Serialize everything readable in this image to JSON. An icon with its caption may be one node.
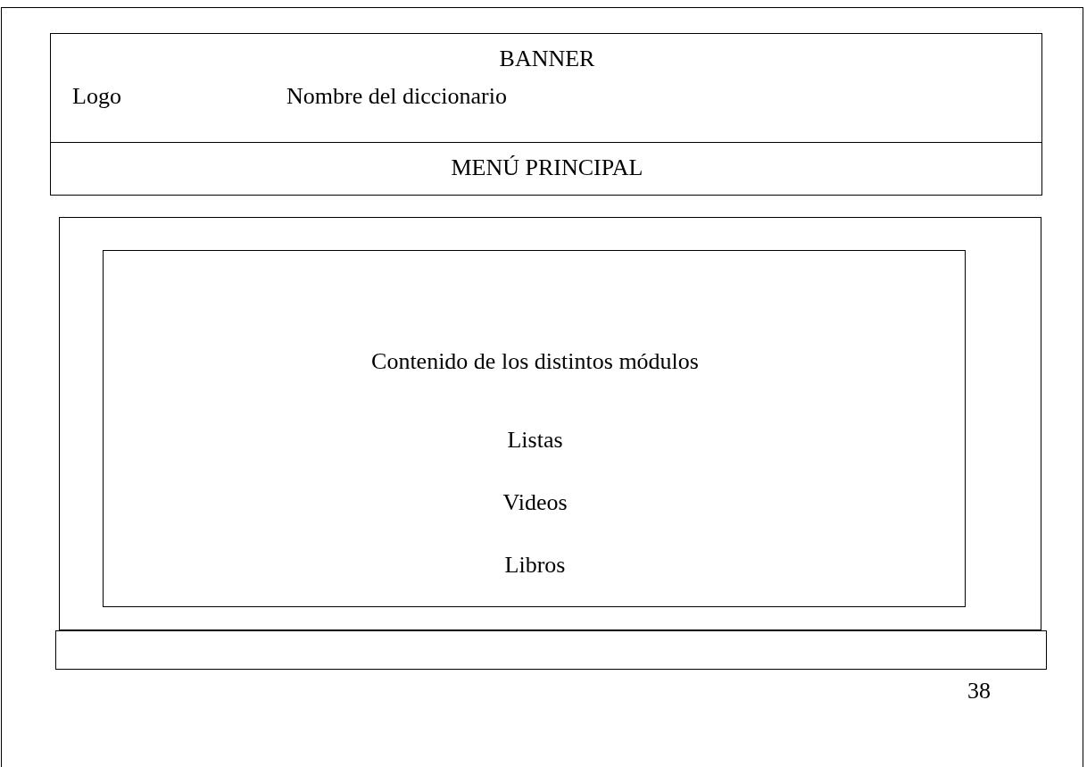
{
  "diagram": {
    "nodes": [
      {
        "text": [
          "BANNER",
          "Logo",
          "Nombre del diccionario"
        ]
      },
      {
        "text": [
          "MENÚ PRINCIPAL"
        ]
      },
      {
        "text": [],
        "shape": "box"
      },
      {
        "text": [
          "Contenido de los distintos módulos",
          "Listas",
          "Videos",
          "Libros"
        ],
        "in": 2
      },
      {
        "text": [],
        "shape": "box"
      }
    ],
    "labels": [
      "38"
    ]
  }
}
